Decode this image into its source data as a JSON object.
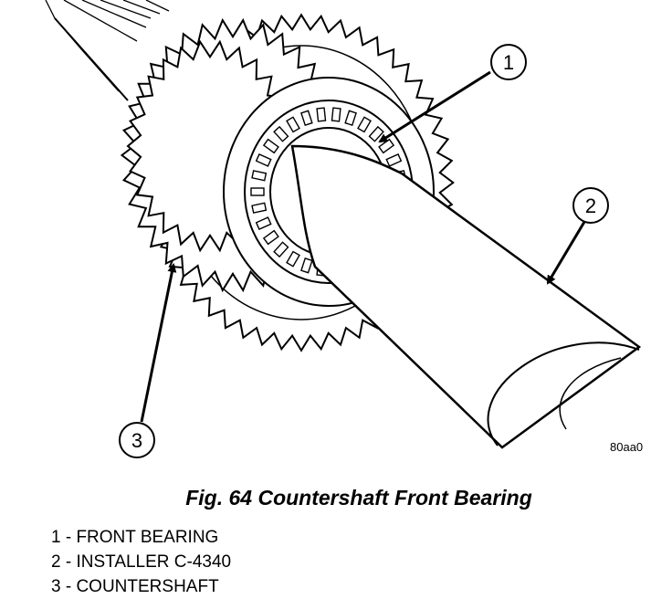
{
  "figure": {
    "code": "80aa0",
    "callouts": [
      {
        "number": "1",
        "label": "FRONT BEARING"
      },
      {
        "number": "2",
        "label": "INSTALLER C-4340"
      },
      {
        "number": "3",
        "label": "COUNTERSHAFT"
      }
    ]
  },
  "caption": "Fig. 64 Countershaft Front Bearing",
  "legend": [
    "1 - FRONT BEARING",
    "2 - INSTALLER C-4340",
    "3 - COUNTERSHAFT"
  ],
  "colors": {
    "ink": "#000000",
    "paper": "#ffffff"
  }
}
